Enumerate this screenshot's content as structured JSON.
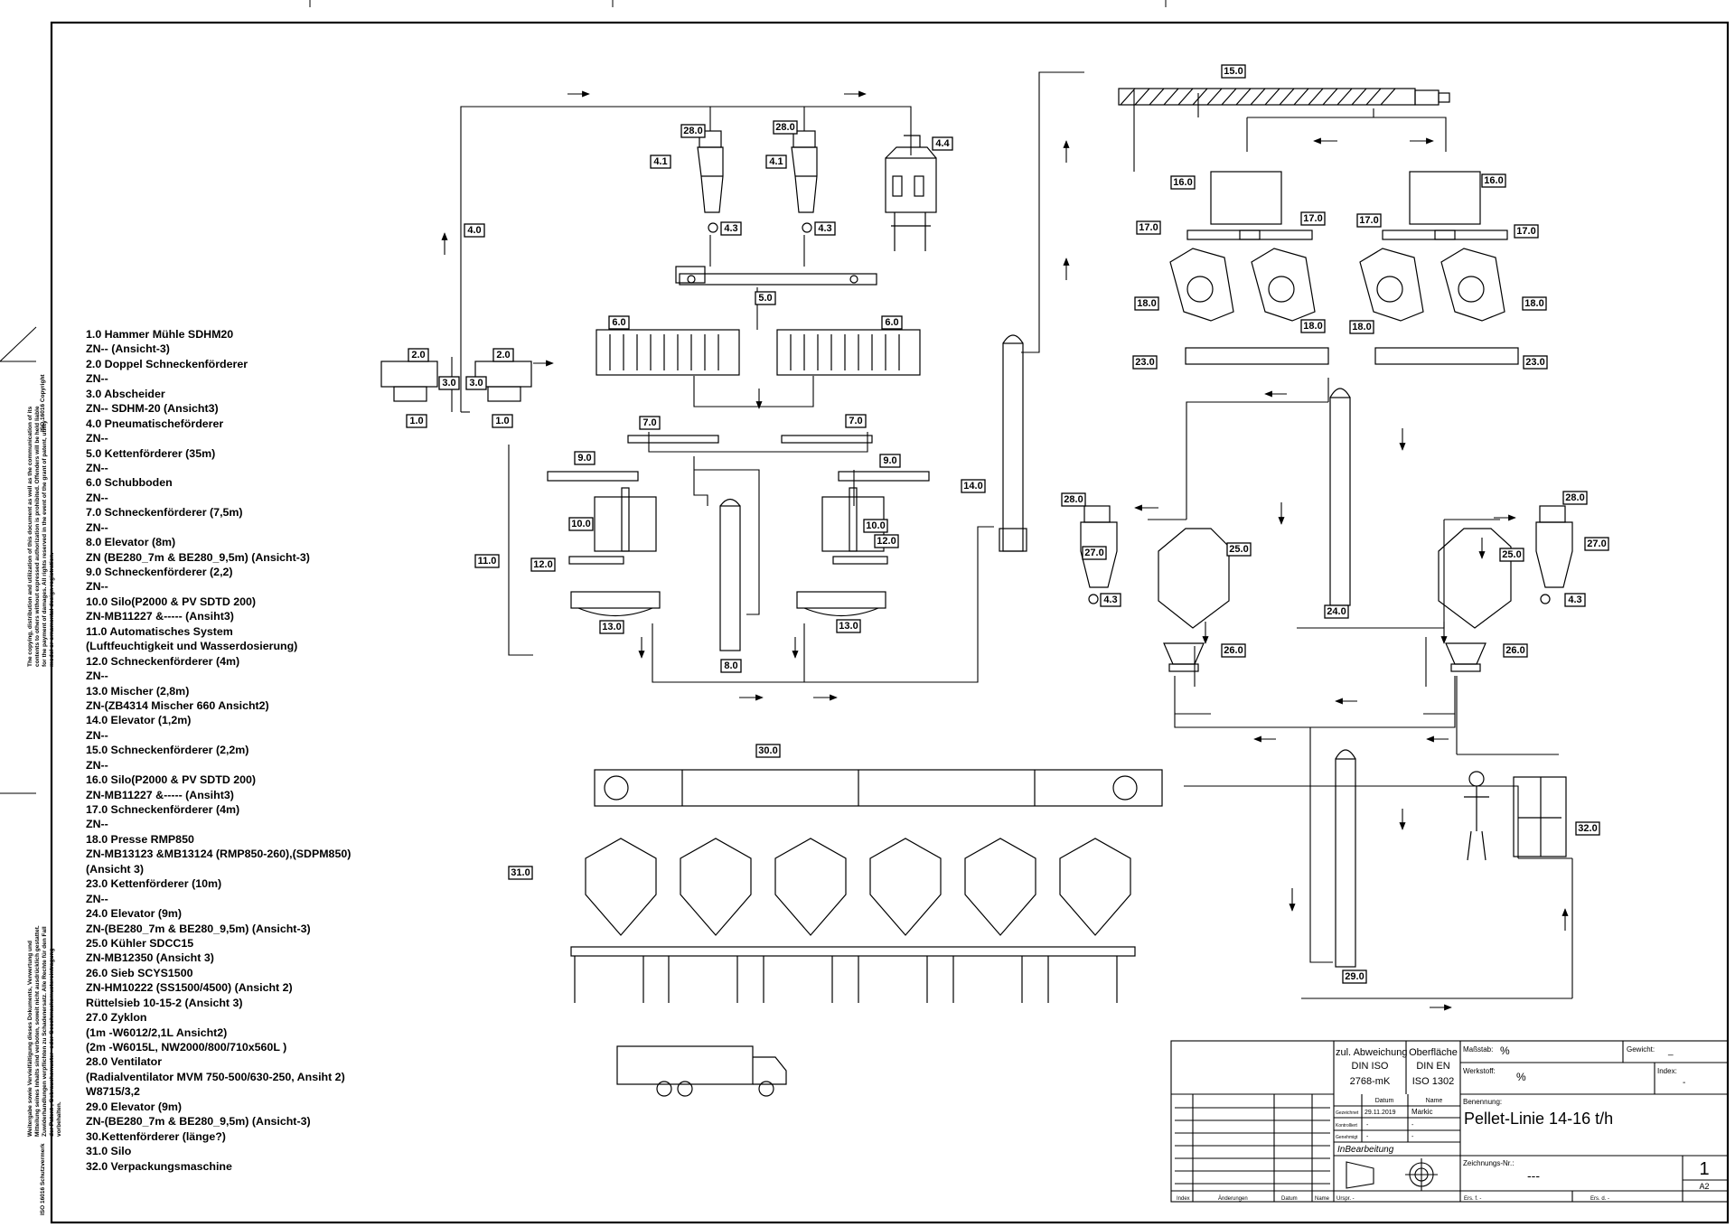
{
  "legend": [
    "1.0 Hammer Mühle SDHM20",
    "ZN--      (Ansicht-3)",
    "2.0 Doppel Schneckenförderer",
    "ZN--",
    "3.0 Abscheider",
    "ZN--          SDHM-20  (Ansicht3)",
    "4.0 Pneumatischeförderer",
    "ZN--",
    "5.0 Kettenförderer (35m)",
    "ZN--",
    "6.0 Schubboden",
    "ZN--",
    "7.0 Schneckenförderer (7,5m)",
    "ZN--",
    "8.0 Elevator (8m)",
    "ZN (BE280_7m & BE280_9,5m) (Ansicht-3)",
    "9.0 Schneckenförderer (2,2)",
    "ZN--",
    "10.0 Silo(P2000 & PV SDTD 200)",
    "ZN-MB11227 &----- (Ansiht3)",
    "11.0 Automatisches System",
    "(Luftfeuchtigkeit und Wasserdosierung)",
    "12.0 Schneckenförderer (4m)",
    "ZN--",
    "13.0 Mischer (2,8m)",
    "ZN-(ZB4314 Mischer 660 Ansicht2)",
    "14.0 Elevator (1,2m)",
    "ZN--",
    "15.0 Schneckenförderer (2,2m)",
    "ZN--",
    "16.0 Silo(P2000 & PV SDTD 200)",
    "ZN-MB11227 &----- (Ansiht3)",
    "17.0 Schneckenförderer (4m)",
    "ZN--",
    "18.0 Presse RMP850",
    "ZN-MB13123 &MB13124 (RMP850-260),(SDPM850)",
    "(Ansicht 3)",
    "23.0 Kettenförderer (10m)",
    "ZN--",
    "24.0 Elevator (9m)",
    "ZN-(BE280_7m & BE280_9,5m) (Ansicht-3)",
    "25.0 Kühler SDCC15",
    "ZN-MB12350  (Ansicht 3)",
    "26.0 Sieb SCYS1500",
    "ZN-HM10222 (SS1500/4500) (Ansicht 2)",
    "Rüttelsieb 10-15-2 (Ansicht 3)",
    "27.0 Zyklon",
    "(1m -W6012/2,1L Ansicht2)",
    "(2m -W6015L, NW2000/800/710x560L )",
    "28.0 Ventilator",
    "(Radialventilator MVM 750-500/630-250, Ansiht 2)",
    "W8715/3,2",
    "29.0 Elevator (9m)",
    "ZN-(BE280_7m & BE280_9,5m) (Ansicht-3)",
    "30.Kettenförderer (länge?)",
    "31.0 Silo",
    "32.0 Verpackungsmaschine"
  ],
  "tags": {
    "t150": "15.0",
    "t281": "28.0",
    "t282": "28.0",
    "t41a": "4.1",
    "t41b": "4.1",
    "t43a": "4.3",
    "t43b": "4.3",
    "t44": "4.4",
    "t40": "4.0",
    "t50": "5.0",
    "t60a": "6.0",
    "t60b": "6.0",
    "t20a": "2.0",
    "t20b": "2.0",
    "t30a": "3.0",
    "t30b": "3.0",
    "t10a": "1.0",
    "t10b": "1.0",
    "t70a": "7.0",
    "t70b": "7.0",
    "t90a": "9.0",
    "t90b": "9.0",
    "t100a": "10.0",
    "t100b": "10.0",
    "t120a": "12.0",
    "t120b": "12.0",
    "t110": "11.0",
    "t130a": "13.0",
    "t130b": "13.0",
    "t80": "8.0",
    "t140": "14.0",
    "t160a": "16.0",
    "t160b": "16.0",
    "t170a": "17.0",
    "t170b": "17.0",
    "t170c": "17.0",
    "t170d": "17.0",
    "t180a": "18.0",
    "t180b": "18.0",
    "t180c": "18.0",
    "t180d": "18.0",
    "t230a": "23.0",
    "t230b": "23.0",
    "t283": "28.0",
    "t284": "28.0",
    "t270a": "27.0",
    "t270b": "27.0",
    "t43c": "4.3",
    "t43d": "4.3",
    "t250a": "25.0",
    "t250b": "25.0",
    "t240": "24.0",
    "t260a": "26.0",
    "t260b": "26.0",
    "t300": "30.0",
    "t310": "31.0",
    "t320": "32.0",
    "t290": "29.0"
  },
  "titleblock": {
    "tol_label": "zul. Abweichung",
    "tol_std1": "DIN ISO",
    "tol_std2": "2768-mK",
    "surf_label": "Oberfläche",
    "surf_std1": "DIN EN",
    "surf_std2": "ISO 1302",
    "scale_label": "Maßstab:",
    "scale_value": "%",
    "weight_label": "Gewicht:",
    "weight_value": "_",
    "material_label": "Werkstoff:",
    "material_value": "%",
    "index_label": "Index:",
    "index_value": "-",
    "col_datum": "Datum",
    "col_name": "Name",
    "row_drawn": "Gezeichnet",
    "drawn_date": "29.11.2019",
    "drawn_name": "Markic",
    "row_checked": "Kontrolliert",
    "checked_date": "-",
    "checked_name": "-",
    "row_approved": "Genehmigt",
    "approved_date": "-",
    "approved_name": "-",
    "status": "InBearbeitung",
    "name_label": "Benennung:",
    "name_value": "Pellet-Linie 14-16 t/h",
    "drawing_no_label": "Zeichnungs-Nr.:",
    "drawing_no_value": "---",
    "sheet_no": "1",
    "sheet_size": "A2",
    "footer_index": "Index",
    "footer_changes": "Änderungen",
    "footer_date": "Datum",
    "footer_name": "Name",
    "footer_origin": "Urspr.  -",
    "footer_replaces": "Ers. f.  -",
    "footer_replaced_by": "Ers. d.  -"
  },
  "side_notes": {
    "copyright_block": "The copying, distribution and utilization of this document as well as the communication of its contents to others without expressed authorization is prohibited. Offenders will be held liable for the payment of damages. All rights reserved in the event of the grant of patent, utility model or ornamental design registration.",
    "copyright_ref": "ISO 16016   Copyright",
    "schutz_block": "Weitergabe sowie Vervielfältigung dieses Dokuments, Verwertung und Mitteilung seines Inhalts sind verboten, soweit nicht ausdrücklich gestattet. Zuwiderhandlungen verpflichten zu Schadenersatz. Alle Rechte für den Fall der Patent-, Gebrauchsmuster- oder Geschmacksmustereintragung vorbehalten.",
    "schutz_ref": "ISO 16016   Schutzvermerk"
  }
}
